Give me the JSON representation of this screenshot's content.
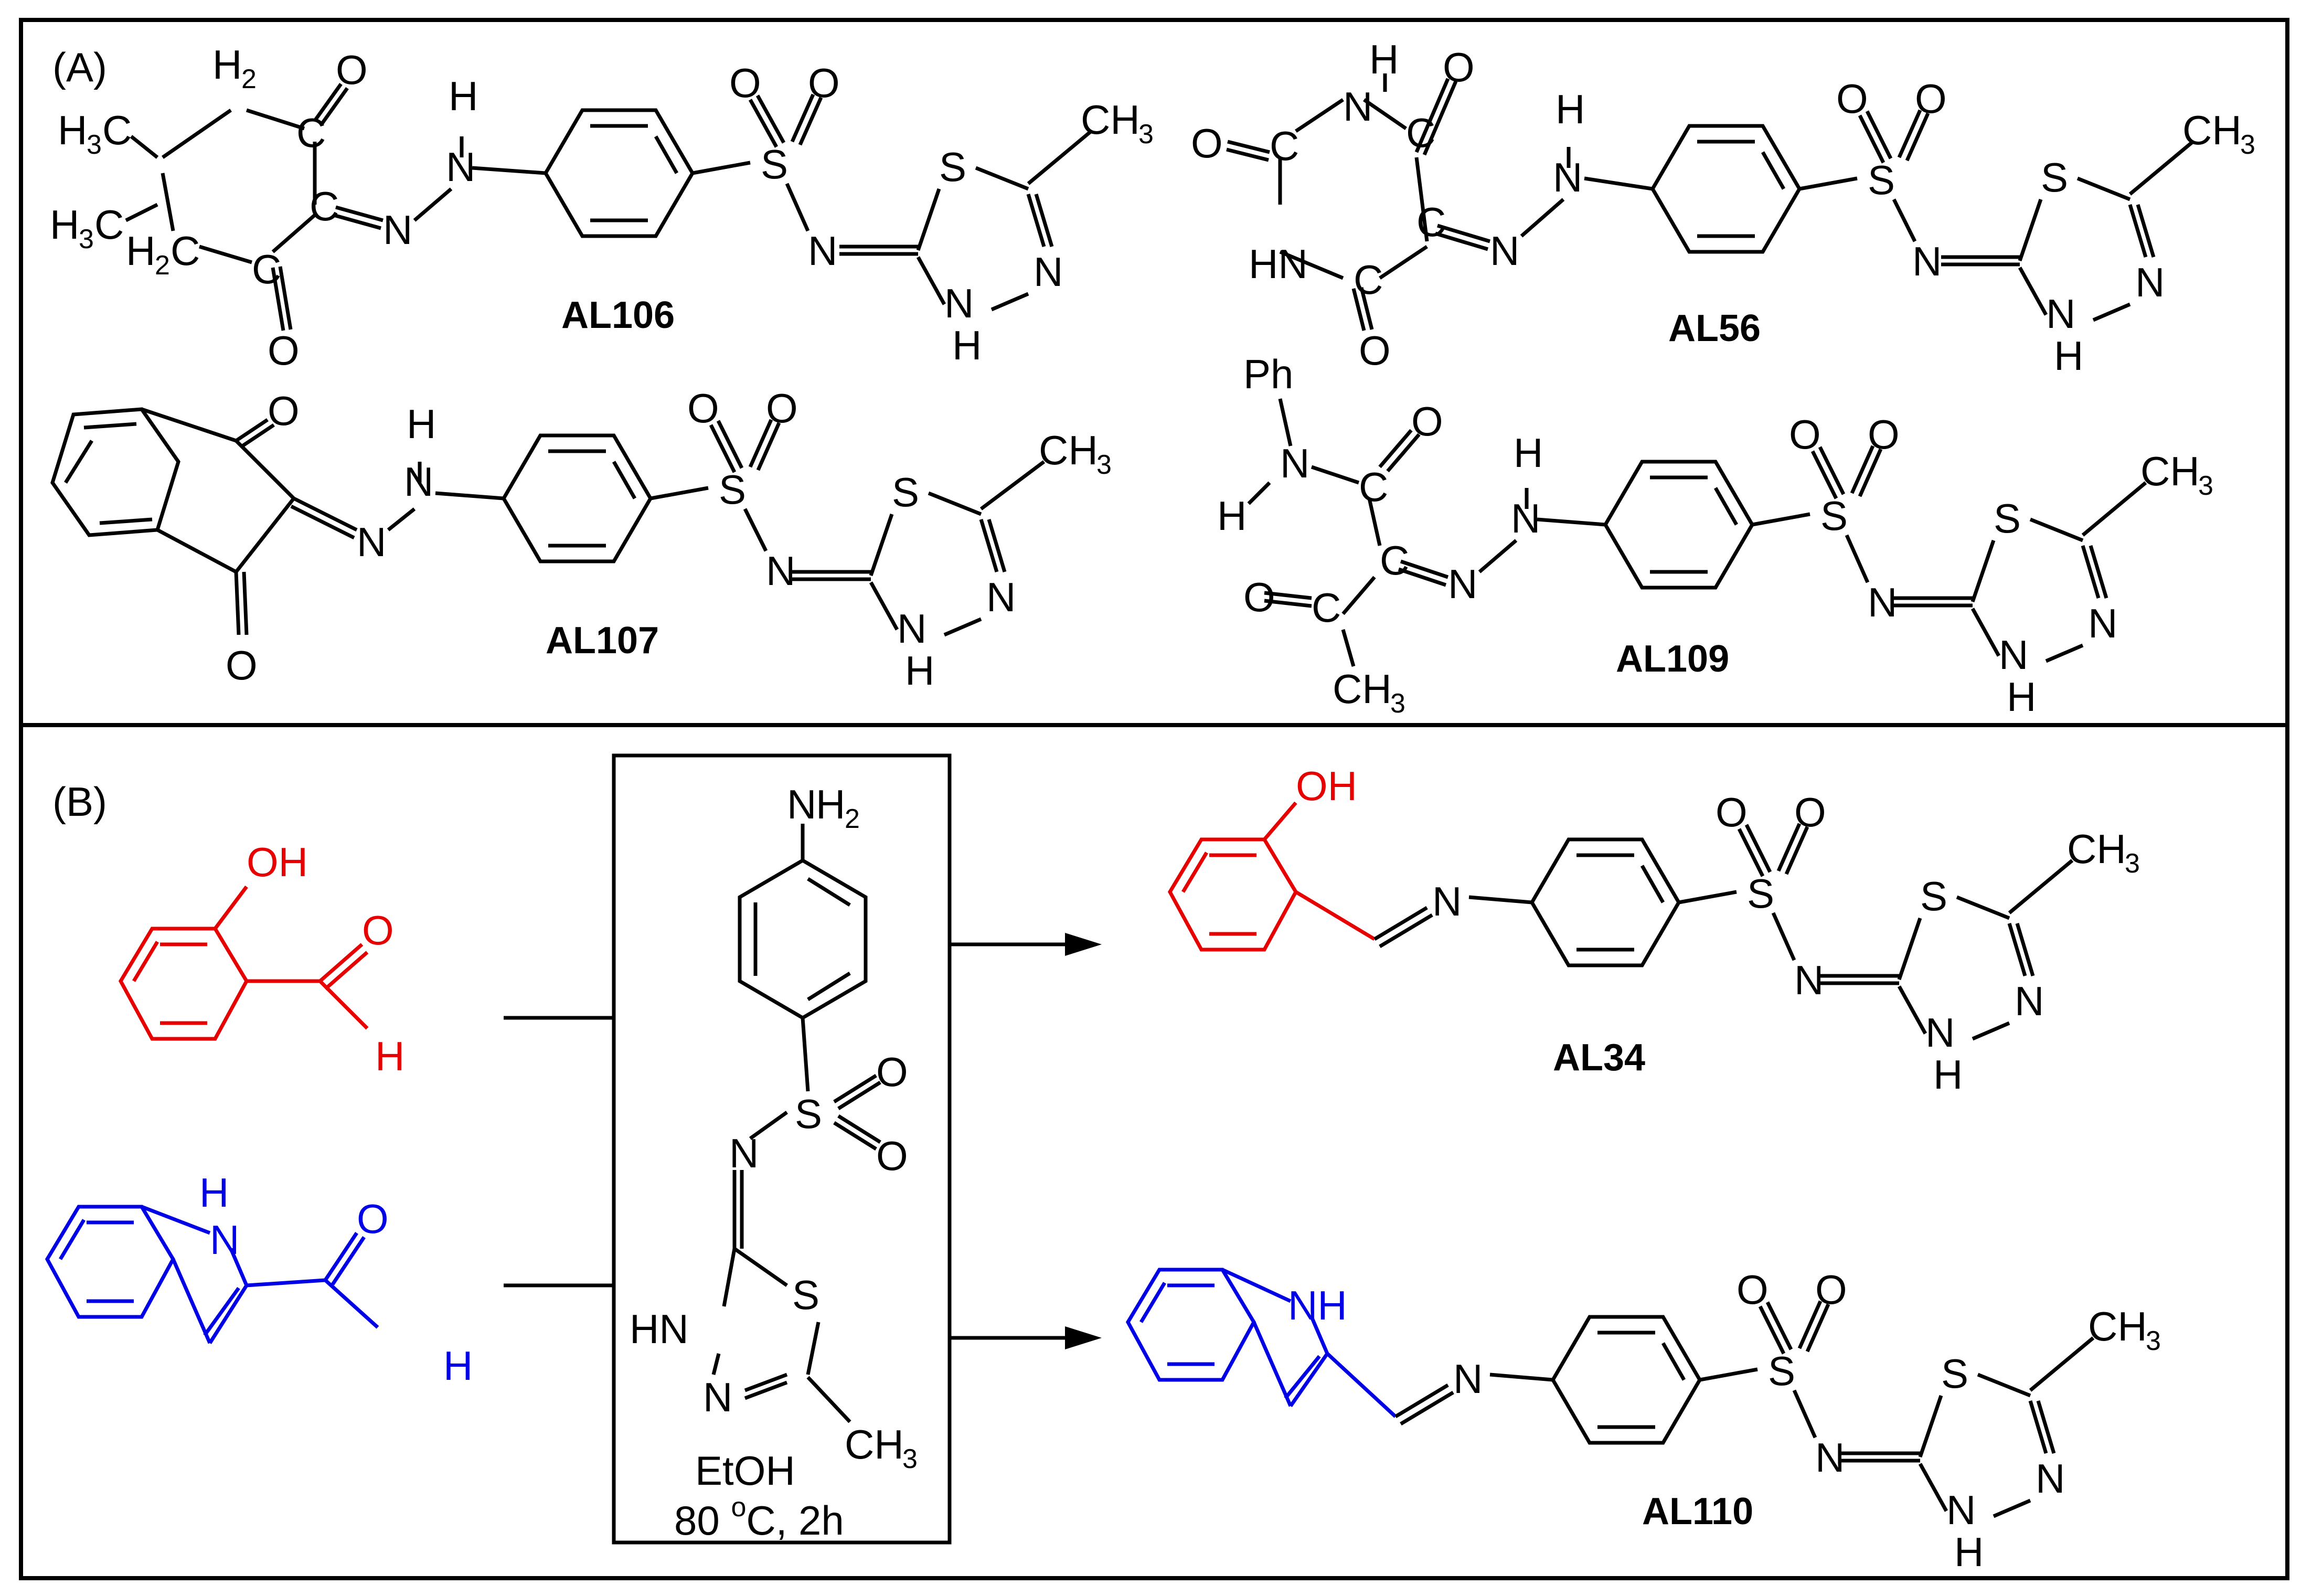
{
  "panels": {
    "a_label": "(A)",
    "b_label": "(B)"
  },
  "compounds": {
    "al106": "AL106",
    "al56": "AL56",
    "al107": "AL107",
    "al109": "AL109",
    "al34": "AL34",
    "al110": "AL110"
  },
  "atoms": {
    "O": "O",
    "N": "N",
    "S": "S",
    "H": "H",
    "C": "C",
    "HN": "HN",
    "OH": "OH",
    "NH": "NH",
    "Ph": "Ph",
    "CH": "CH",
    "H3C_H": "H",
    "H2C": "H",
    "H_sub": "H"
  },
  "subs": {
    "two": "2",
    "three": "3"
  },
  "conditions": {
    "solvent": "EtOH",
    "temp_num": "80 ",
    "temp_sup": "o",
    "temp_rest": "C, 2h"
  },
  "colors": {
    "black": "#000000",
    "salicylaldehyde": "#e60000",
    "indole": "#0000e6"
  }
}
